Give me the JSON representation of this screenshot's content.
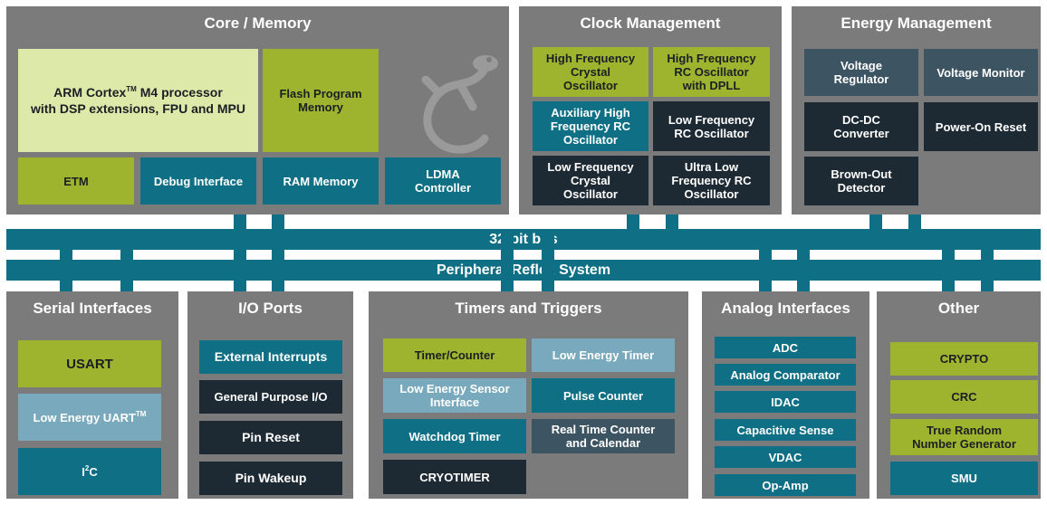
{
  "buses": {
    "bus32": "32-bit bus",
    "prs": "Peripheral Reflex System"
  },
  "core": {
    "title": "Core / Memory",
    "arm_line1": "ARM Cortex",
    "arm_tm": "TM",
    "arm_line1b": " M4 processor",
    "arm_line2": "with DSP extensions, FPU and MPU",
    "flash": "Flash Program\nMemory",
    "etm": "ETM",
    "debug": "Debug Interface",
    "ram": "RAM Memory",
    "ldma": "LDMA\nController"
  },
  "clock": {
    "title": "Clock Management",
    "hfxo": "High Frequency\nCrystal\nOscillator",
    "hfrco": "High Frequency\nRC Oscillator\nwith DPLL",
    "auxhfrco": "Auxiliary High\nFrequency RC\nOscillator",
    "lfrco": "Low Frequency\nRC Oscillator",
    "lfxo": "Low Frequency\nCrystal\nOscillator",
    "ulfrco": "Ultra Low\nFrequency RC\nOscillator"
  },
  "energy": {
    "title": "Energy Management",
    "vreg": "Voltage\nRegulator",
    "vmon": "Voltage Monitor",
    "dcdc": "DC-DC\nConverter",
    "por": "Power-On Reset",
    "bod": "Brown-Out\nDetector"
  },
  "serial": {
    "title": "Serial Interfaces",
    "usart": "USART",
    "leuart": "Low Energy UART",
    "leuart_tm": "TM",
    "i2c_a": "I",
    "i2c_sup": "2",
    "i2c_b": "C"
  },
  "io": {
    "title": "I/O Ports",
    "extint": "External Interrupts",
    "gpio": "General Purpose I/O",
    "pinreset": "Pin Reset",
    "pinwakeup": "Pin Wakeup"
  },
  "timers": {
    "title": "Timers and Triggers",
    "timer": "Timer/Counter",
    "letimer": "Low Energy Timer",
    "lesense": "Low Energy Sensor\nInterface",
    "pcnt": "Pulse Counter",
    "wdog": "Watchdog Timer",
    "rtcc": "Real Time Counter\nand Calendar",
    "cryotimer": "CRYOTIMER"
  },
  "analog": {
    "title": "Analog Interfaces",
    "items": [
      "ADC",
      "Analog Comparator",
      "IDAC",
      "Capacitive Sense",
      "VDAC",
      "Op-Amp"
    ]
  },
  "other": {
    "title": "Other",
    "crypto": "CRYPTO",
    "crc": "CRC",
    "trng": "True Random\nNumber Generator",
    "smu": "SMU"
  }
}
